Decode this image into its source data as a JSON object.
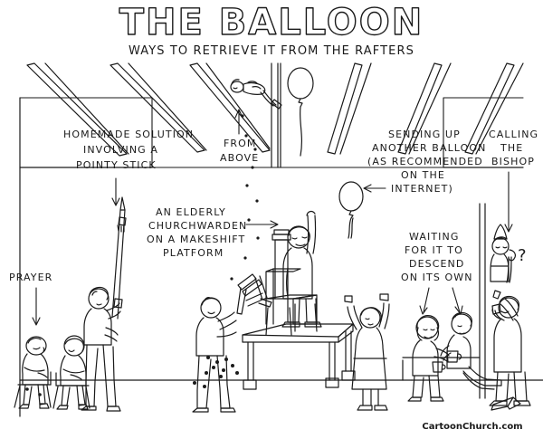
{
  "cartoon": {
    "title": "THE BALLOON",
    "subtitle": "WAYS TO RETRIEVE IT FROM THE RAFTERS",
    "credit": "CartoonChurch.com",
    "question_mark": "?"
  },
  "labels": {
    "prayer": [
      "PRAYER"
    ],
    "pointy_stick": [
      "HOMEMADE SOLUTION",
      "INVOLVING A",
      "POINTY STICK"
    ],
    "from_above": [
      "FROM",
      "ABOVE"
    ],
    "churchwarden": [
      "AN ELDERLY",
      "CHURCHWARDEN",
      "ON A MAKESHIFT",
      "PLATFORM"
    ],
    "another_balloon": [
      "SENDING UP",
      "ANOTHER BALLOON",
      "(AS RECOMMENDED",
      "ON THE",
      "INTERNET)"
    ],
    "waiting": [
      "WAITING",
      "FOR IT TO",
      "DESCEND",
      "ON ITS OWN"
    ],
    "bishop": [
      "CALLING",
      "THE",
      "BISHOP"
    ]
  },
  "colors": {
    "ink": "#1a1a1a",
    "paper": "#ffffff"
  },
  "scene": {
    "rafter_count": 7,
    "balloon_count": 2,
    "figure_count": 9
  }
}
